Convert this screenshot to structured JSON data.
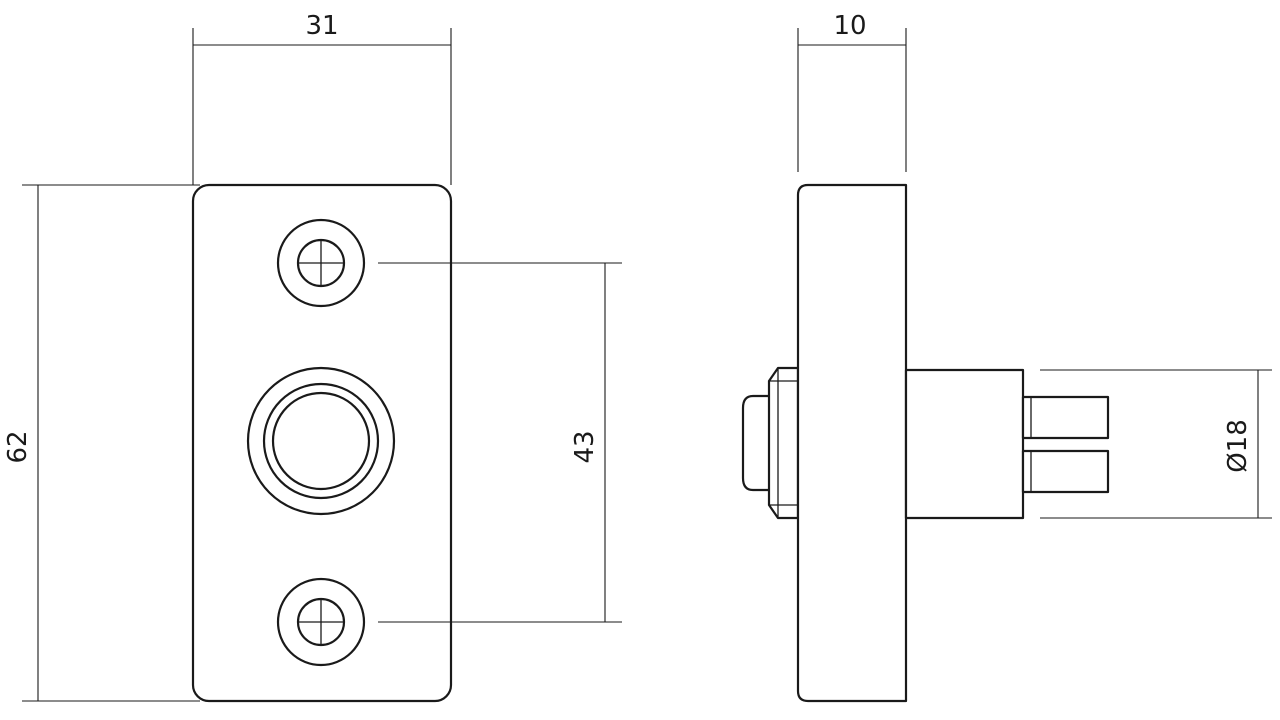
{
  "dimensions": {
    "front_width": "31",
    "front_height": "62",
    "hole_spacing": "43",
    "side_depth": "10",
    "shaft_diameter": "Ø18"
  },
  "colors": {
    "line": "#1a1a1a",
    "background": "#ffffff"
  }
}
